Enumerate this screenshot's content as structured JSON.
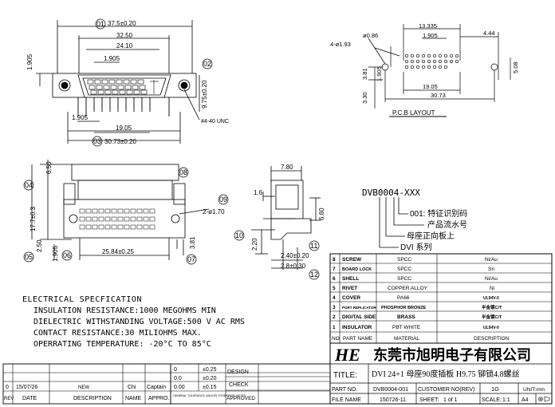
{
  "front_view": {
    "dims": {
      "d_3750": "37.5±0.20",
      "d_3250": "32.50",
      "d_2410": "24.10",
      "d_1905_top": "1.905",
      "d_1905_left": "1.905",
      "d_975": "9.75±0.20",
      "d_1905_bottom": "1.905",
      "d_1905_mid": "19.05",
      "d_3073": "30.73±0.20",
      "d_4_40": "#4-40 UNC"
    },
    "callouts": {
      "c01": "01",
      "c02": "02",
      "c03": "03"
    }
  },
  "pcb_layout": {
    "dims": {
      "d_13335": "13.335",
      "d_1905": "1.905",
      "d_444": "4.44",
      "d_086": "ø0.86",
      "d_4_193": "4-ø1.93",
      "d_508": "5.08",
      "d_381": "3.81",
      "d_1905_left": "1.905",
      "d_330": "3.30",
      "d_1905_bottom": "19.05",
      "d_3073": "30.73"
    },
    "title": "P.C.B   LAYOUT"
  },
  "bottom_view": {
    "dims": {
      "d_650": "6.50",
      "d_177": "17.7±0.3",
      "d_250": "2.50",
      "d_1905": "1.905",
      "d_2584": "25.84±0.25",
      "d_2_170": "2-ø1.70",
      "d_381": "3.81"
    },
    "callouts": {
      "c04": "04",
      "c05": "05",
      "c06": "06",
      "c07": "07",
      "c08": "08",
      "c09": "09"
    }
  },
  "side_view": {
    "dims": {
      "d_780": "7.80",
      "d_16": "1.6",
      "d_660": "6.60",
      "d_220": "2.20",
      "d_240": "2.40±0.20",
      "d_28": "2.8±0.30"
    },
    "callouts": {
      "c10": "10",
      "c11": "11",
      "c12": "12"
    }
  },
  "part_code": {
    "code": "DVB0004-XXX",
    "lines": [
      "001: 特征识别码",
      "产品流水号",
      "母座正向板上",
      "DVI  系列"
    ]
  },
  "bom": {
    "rows": [
      {
        "no": "8",
        "name": "SCREW",
        "material": "SPCC",
        "desc": "Ni/Au"
      },
      {
        "no": "7",
        "name": "BOARD LOCK",
        "material": "SPCC",
        "desc": "Sn"
      },
      {
        "no": "6",
        "name": "SHELL",
        "material": "SPCC",
        "desc": "Ni/Au"
      },
      {
        "no": "5",
        "name": "RIVET",
        "material": "COPPER ALLOY",
        "desc": "Ni"
      },
      {
        "no": "4",
        "name": "COVER",
        "material": "PA66",
        "desc": "UL94V-0"
      },
      {
        "no": "3",
        "name": "PORT REPLICATOR",
        "material": "PHOSPHOR BRONZE",
        "desc": "半金镀C/T"
      },
      {
        "no": "2",
        "name": "DIGITAL SIDE",
        "material": "BRASS",
        "desc": "半金镀C/T"
      },
      {
        "no": "1",
        "name": "INSULATOR",
        "material": "PBT  WHITE",
        "desc": "UL94V-0"
      }
    ],
    "header": {
      "no": "NO",
      "name": "PART NAME",
      "material": "MATERIAL",
      "desc": "DESCRIPTION"
    }
  },
  "specs": {
    "title": "ELECTRICAL   SPECFICATION",
    "lines": [
      "INSULATION   RESISTANCE:1000  MEGOHMS    MIN",
      "DIELECTRIC   WITHSTANDING   VOLTAGE:500  V  AC    RMS",
      "CONTACT  RESISTANCE:30  MILIOHMS  MAX.",
      "OPERRATING   TEMPERATURE:  -20°C  TO  85°C"
    ]
  },
  "title_block": {
    "logo": "HE",
    "company": "东莞市旭明电子有限公司",
    "title_label": "TITLE:",
    "title_value": "DVI 24+1  母座90度插板  H9.75  铆锁4.8螺丝",
    "part_no_label": "PART NO.",
    "part_no_value": "DVB0004-001",
    "customer_no_label": "CUSTOMER NO(REV)",
    "customer_no_value": "1G",
    "unit_label": "UNIT:mm",
    "file_name_label": "FILE NAME",
    "file_name_value": "150726-11",
    "sheet_label": "SHEET:",
    "sheet_value": "1  of  1",
    "scale_label": "SCALE:",
    "scale_value": "1:1",
    "sheet_size": "A4"
  },
  "tolerance": {
    "rows": [
      {
        "a": "0",
        "b": "±0.25"
      },
      {
        "a": "0.0",
        "b": "±0.20"
      },
      {
        "a": "0.00",
        "b": "±0.15"
      }
    ],
    "note": "GENERAL TOLERANCE UNLESS OTHERWISE NOTED",
    "design": "DESIGN",
    "check": "CHECK",
    "approved": "APPROVED"
  },
  "revision": {
    "row": {
      "rev": "0",
      "date": "15/07/26",
      "desc": "NEW",
      "name": "Chi",
      "appro": "Captain"
    },
    "header": {
      "rev": "REV",
      "date": "DATE",
      "desc": "DESCRIPTION",
      "name": "NAME",
      "appro": "APPRO."
    }
  }
}
